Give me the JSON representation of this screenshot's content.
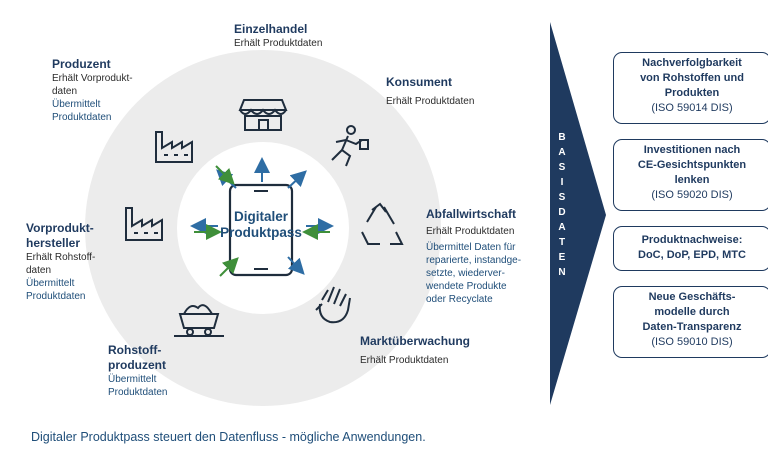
{
  "center": {
    "line1": "Digitaler",
    "line2": "Produktpass"
  },
  "nodes": {
    "einzelhandel": {
      "title": "Einzelhandel",
      "sub": "Erhält Produktdaten"
    },
    "produzent": {
      "title": "Produzent",
      "sub1": "Erhält Vorprodukt-",
      "sub2": "daten",
      "blue1": "Übermittelt",
      "blue2": "Produktdaten"
    },
    "konsument": {
      "title": "Konsument",
      "sub": "Erhält Produktdaten"
    },
    "vorprodukt": {
      "title1": "Vorprodukt-",
      "title2": "hersteller",
      "sub1": "Erhält Rohstoff-",
      "sub2": "daten",
      "blue1": "Übermittelt",
      "blue2": "Produktdaten"
    },
    "abfall": {
      "title": "Abfallwirtschaft",
      "sub": "Erhält Produktdaten",
      "blue": [
        "Übermittel Daten für",
        "reparierte, instandge-",
        "setzte, wiederver-",
        "wendete Produkte",
        "oder Recyclate"
      ]
    },
    "rohstoff": {
      "title1": "Rohstoff-",
      "title2": "produzent",
      "blue1": "Übermittelt",
      "blue2": "Produktdaten"
    },
    "markt": {
      "title": "Marktüberwachung",
      "sub": "Erhält Produktdaten"
    }
  },
  "basis_letters": [
    "B",
    "A",
    "S",
    "I",
    "S",
    "D",
    "A",
    "T",
    "E",
    "N"
  ],
  "boxes": [
    {
      "lines": [
        "Nachverfolgbarkeit",
        "von Rohstoffen und",
        "Produkten"
      ],
      "sub": "(ISO 59014 DIS)"
    },
    {
      "lines": [
        "Investitionen nach",
        "CE-Gesichtspunkten",
        "lenken"
      ],
      "sub": "(ISO 59020 DIS)"
    },
    {
      "lines": [
        "Produktnachweise:",
        "DoC, DoP, EPD, MTC"
      ],
      "sub": ""
    },
    {
      "lines": [
        "Neue Geschäfts-",
        "modelle durch",
        "Daten-Transparenz"
      ],
      "sub": "(ISO 59010 DIS)"
    }
  ],
  "caption": "Digitaler Produktpass steuert den Datenfluss - mögliche Anwendungen.",
  "icons": [
    "shop-icon",
    "factory-icon",
    "runner-icon",
    "recycle-icon",
    "hand-icon",
    "mine-cart-icon",
    "phone-icon"
  ],
  "colors": {
    "navy": "#1f3a5f",
    "arrow_blue": "#2e6da4",
    "arrow_green": "#3f8f3a",
    "ring": "#ececec"
  }
}
